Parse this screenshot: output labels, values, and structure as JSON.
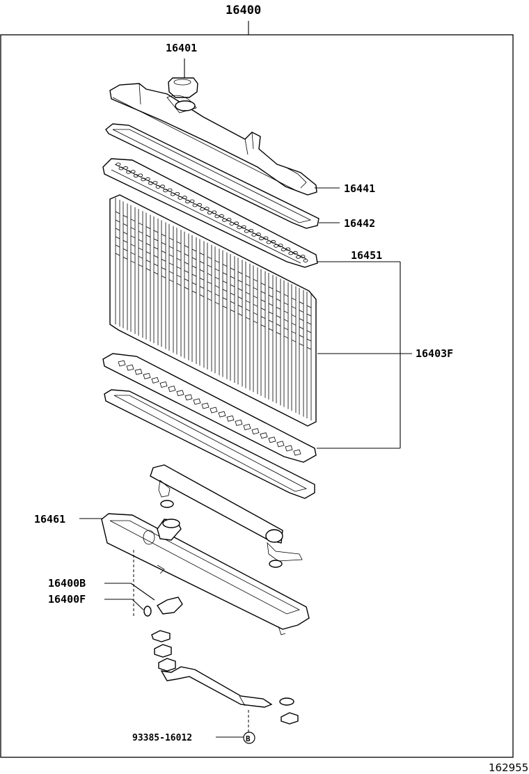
{
  "labels": {
    "assembly": "16400",
    "cap": "16401",
    "upper_tank_gasket": "16441",
    "tank_gasket": "16442",
    "upper_plate": "16451",
    "core": "16403F",
    "lower_tank": "16461",
    "drain_cock": "16400B",
    "drain_plug_seal": "16400F",
    "bolt": "93385-16012",
    "bolt_marker": "B",
    "figure_id": "162955"
  }
}
